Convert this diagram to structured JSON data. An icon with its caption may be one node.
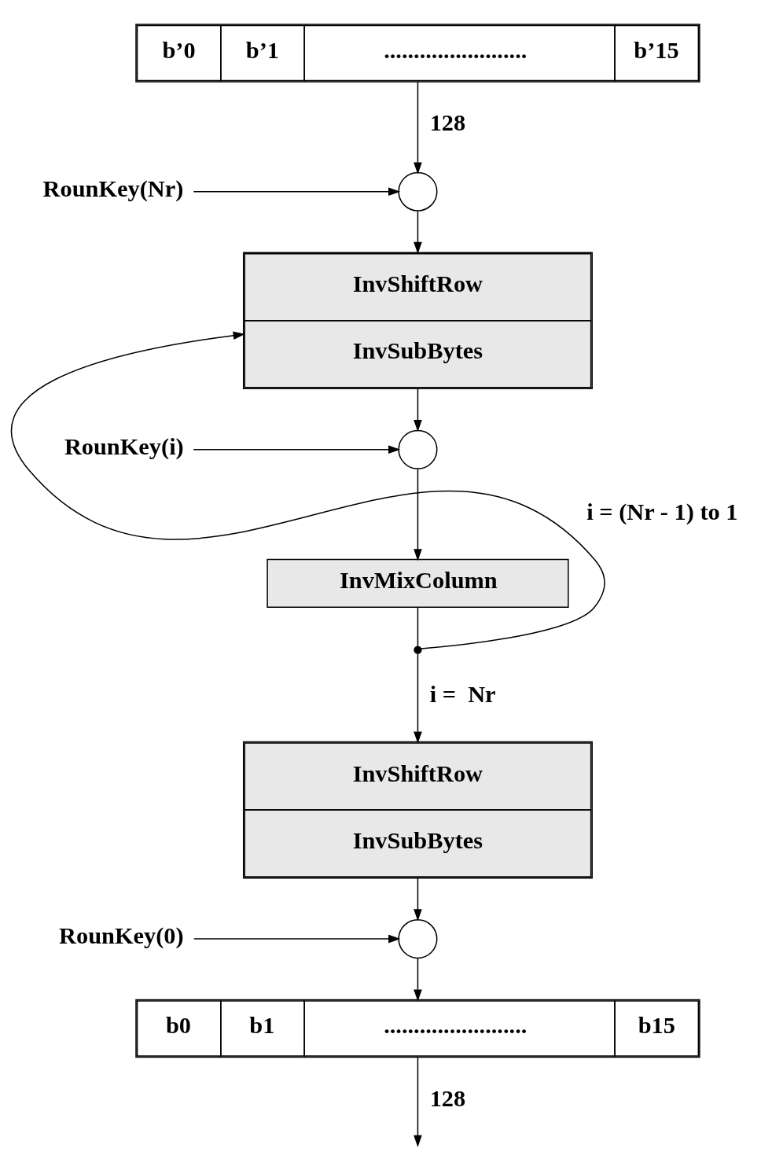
{
  "diagram": {
    "nodes": [
      {
        "text": [
          "b’0",
          "b’1",
          "........................",
          "b’15"
        ]
      },
      {
        "text": [],
        "shape": "circle"
      },
      {
        "text": [
          "RounKey(Nr)"
        ]
      },
      {
        "text": [
          "InvShiftRow",
          "InvSubBytes"
        ]
      },
      {
        "text": [],
        "shape": "circle"
      },
      {
        "text": [
          "RounKey(i)"
        ]
      },
      {
        "text": [
          "InvMixColumn"
        ]
      },
      {
        "text": [],
        "shape": "dot"
      },
      {
        "text": [
          "InvShiftRow",
          "InvSubBytes"
        ]
      },
      {
        "text": [],
        "shape": "circle"
      },
      {
        "text": [
          "RounKey(0)"
        ]
      },
      {
        "text": [
          "b0",
          "b1",
          "........................",
          "b15"
        ]
      }
    ],
    "edges": [
      {
        "from": 0,
        "to": 1,
        "arrow": "to",
        "label": "128"
      },
      {
        "from": 2,
        "to": 1,
        "arrow": "to"
      },
      {
        "from": 1,
        "to": 3,
        "arrow": "to"
      },
      {
        "from": 3,
        "to": 4,
        "arrow": "to"
      },
      {
        "from": 5,
        "to": 4,
        "arrow": "to"
      },
      {
        "from": 4,
        "to": 6,
        "arrow": "to"
      },
      {
        "from": 6,
        "to": 7,
        "arrow": "none"
      },
      {
        "from": 7,
        "to": 3,
        "arrow": "to",
        "label": "i = (Nr - 1) to 1"
      },
      {
        "from": 7,
        "to": 8,
        "arrow": "to",
        "label": "i =  Nr"
      },
      {
        "from": 8,
        "to": 9,
        "arrow": "to"
      },
      {
        "from": 10,
        "to": 9,
        "arrow": "to"
      },
      {
        "from": 9,
        "to": 11,
        "arrow": "to"
      },
      {
        "from": 11,
        "to": null,
        "arrow": "to",
        "label": "128"
      }
    ]
  }
}
